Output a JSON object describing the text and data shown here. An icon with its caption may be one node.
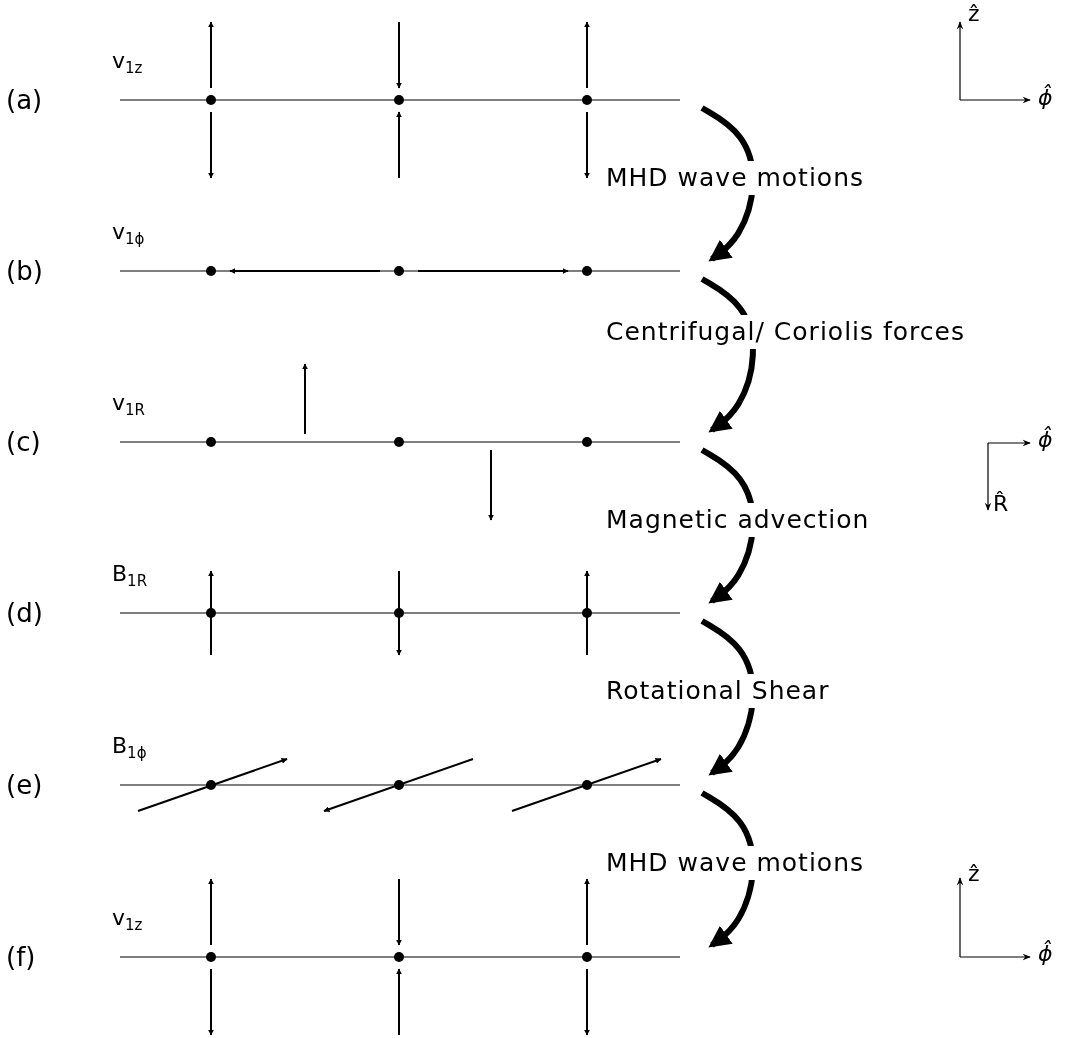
{
  "diagram": {
    "nodes": [
      {
        "text": [
          "(a)",
          "v$_{1z}$"
        ]
      },
      {
        "text": [
          "(b)",
          "v$_{1ϕ}$"
        ]
      },
      {
        "text": [
          "(c)",
          "v$_{1R}$"
        ]
      },
      {
        "text": [
          "(d)",
          "B$_{1R}$"
        ]
      },
      {
        "text": [
          "(e)",
          "B$_{1ϕ}$"
        ]
      },
      {
        "text": [
          "(f)",
          "v$_{1z}$"
        ]
      }
    ],
    "edges": [
      {
        "from": 0,
        "to": 1,
        "arrow": "to",
        "label": "MHD wave motions"
      },
      {
        "from": 1,
        "to": 2,
        "arrow": "to",
        "label": "Centrifugal/ Coriolis forces"
      },
      {
        "from": 2,
        "to": 3,
        "arrow": "to",
        "label": "Magnetic advection"
      },
      {
        "from": 3,
        "to": 4,
        "arrow": "to",
        "label": "Rotational Shear"
      },
      {
        "from": 4,
        "to": 5,
        "arrow": "to",
        "label": "MHD wave motions"
      }
    ],
    "labels": [
      "ẑ",
      "ϕ̂",
      "ϕ̂",
      "R̂",
      "ẑ",
      "ϕ̂"
    ]
  }
}
